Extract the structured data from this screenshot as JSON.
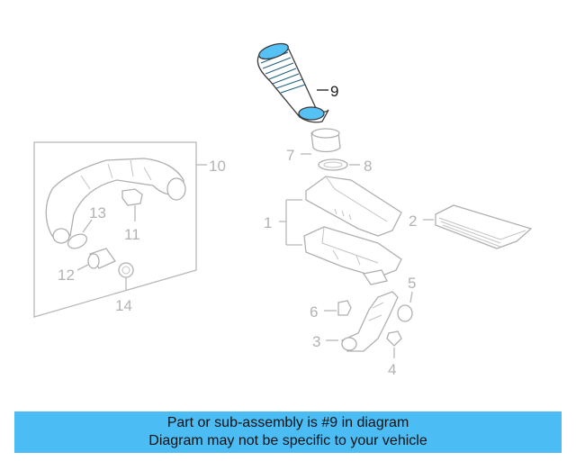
{
  "highlight_color": "#55c1f5",
  "callouts": {
    "c1": "1",
    "c2": "2",
    "c3": "3",
    "c4": "4",
    "c5": "5",
    "c6": "6",
    "c7": "7",
    "c8": "8",
    "c9": "9",
    "c10": "10",
    "c11": "11",
    "c12": "12",
    "c13": "13",
    "c14": "14"
  },
  "banner": {
    "line1": "Part or sub-assembly is #9 in diagram",
    "line2": "Diagram may not be specific to your vehicle"
  }
}
